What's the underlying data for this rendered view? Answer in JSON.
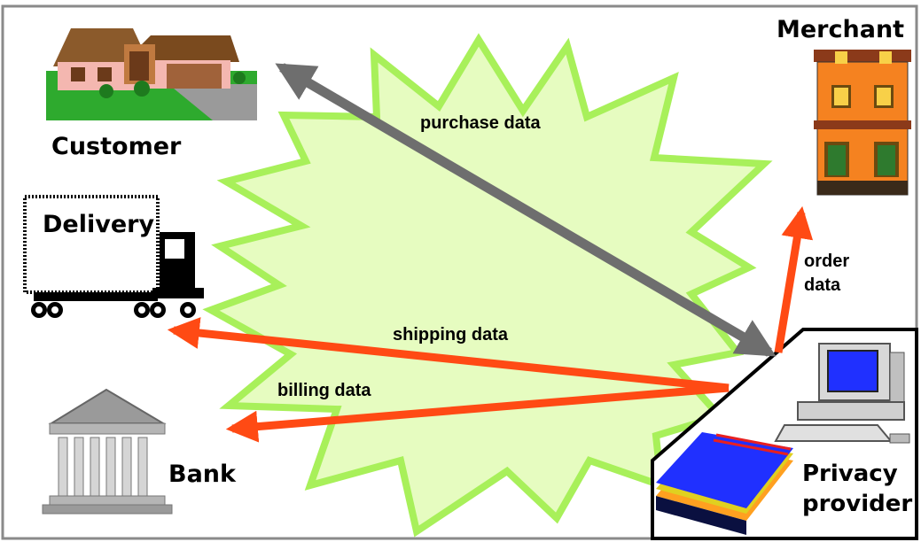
{
  "entities": {
    "customer": "Customer",
    "merchant": "Merchant",
    "delivery": "Delivery",
    "bank": "Bank",
    "privacy_provider": [
      "Privacy",
      "provider"
    ]
  },
  "flows": {
    "purchase": "purchase data",
    "order": [
      "order",
      "data"
    ],
    "shipping": "shipping data",
    "billing": "billing data"
  },
  "colors": {
    "burst_fill": "#E6FCC0",
    "burst_stroke": "#A8F05A",
    "data_arrow": "#FF4A14",
    "purchase_arrow": "#6E6E6E"
  }
}
